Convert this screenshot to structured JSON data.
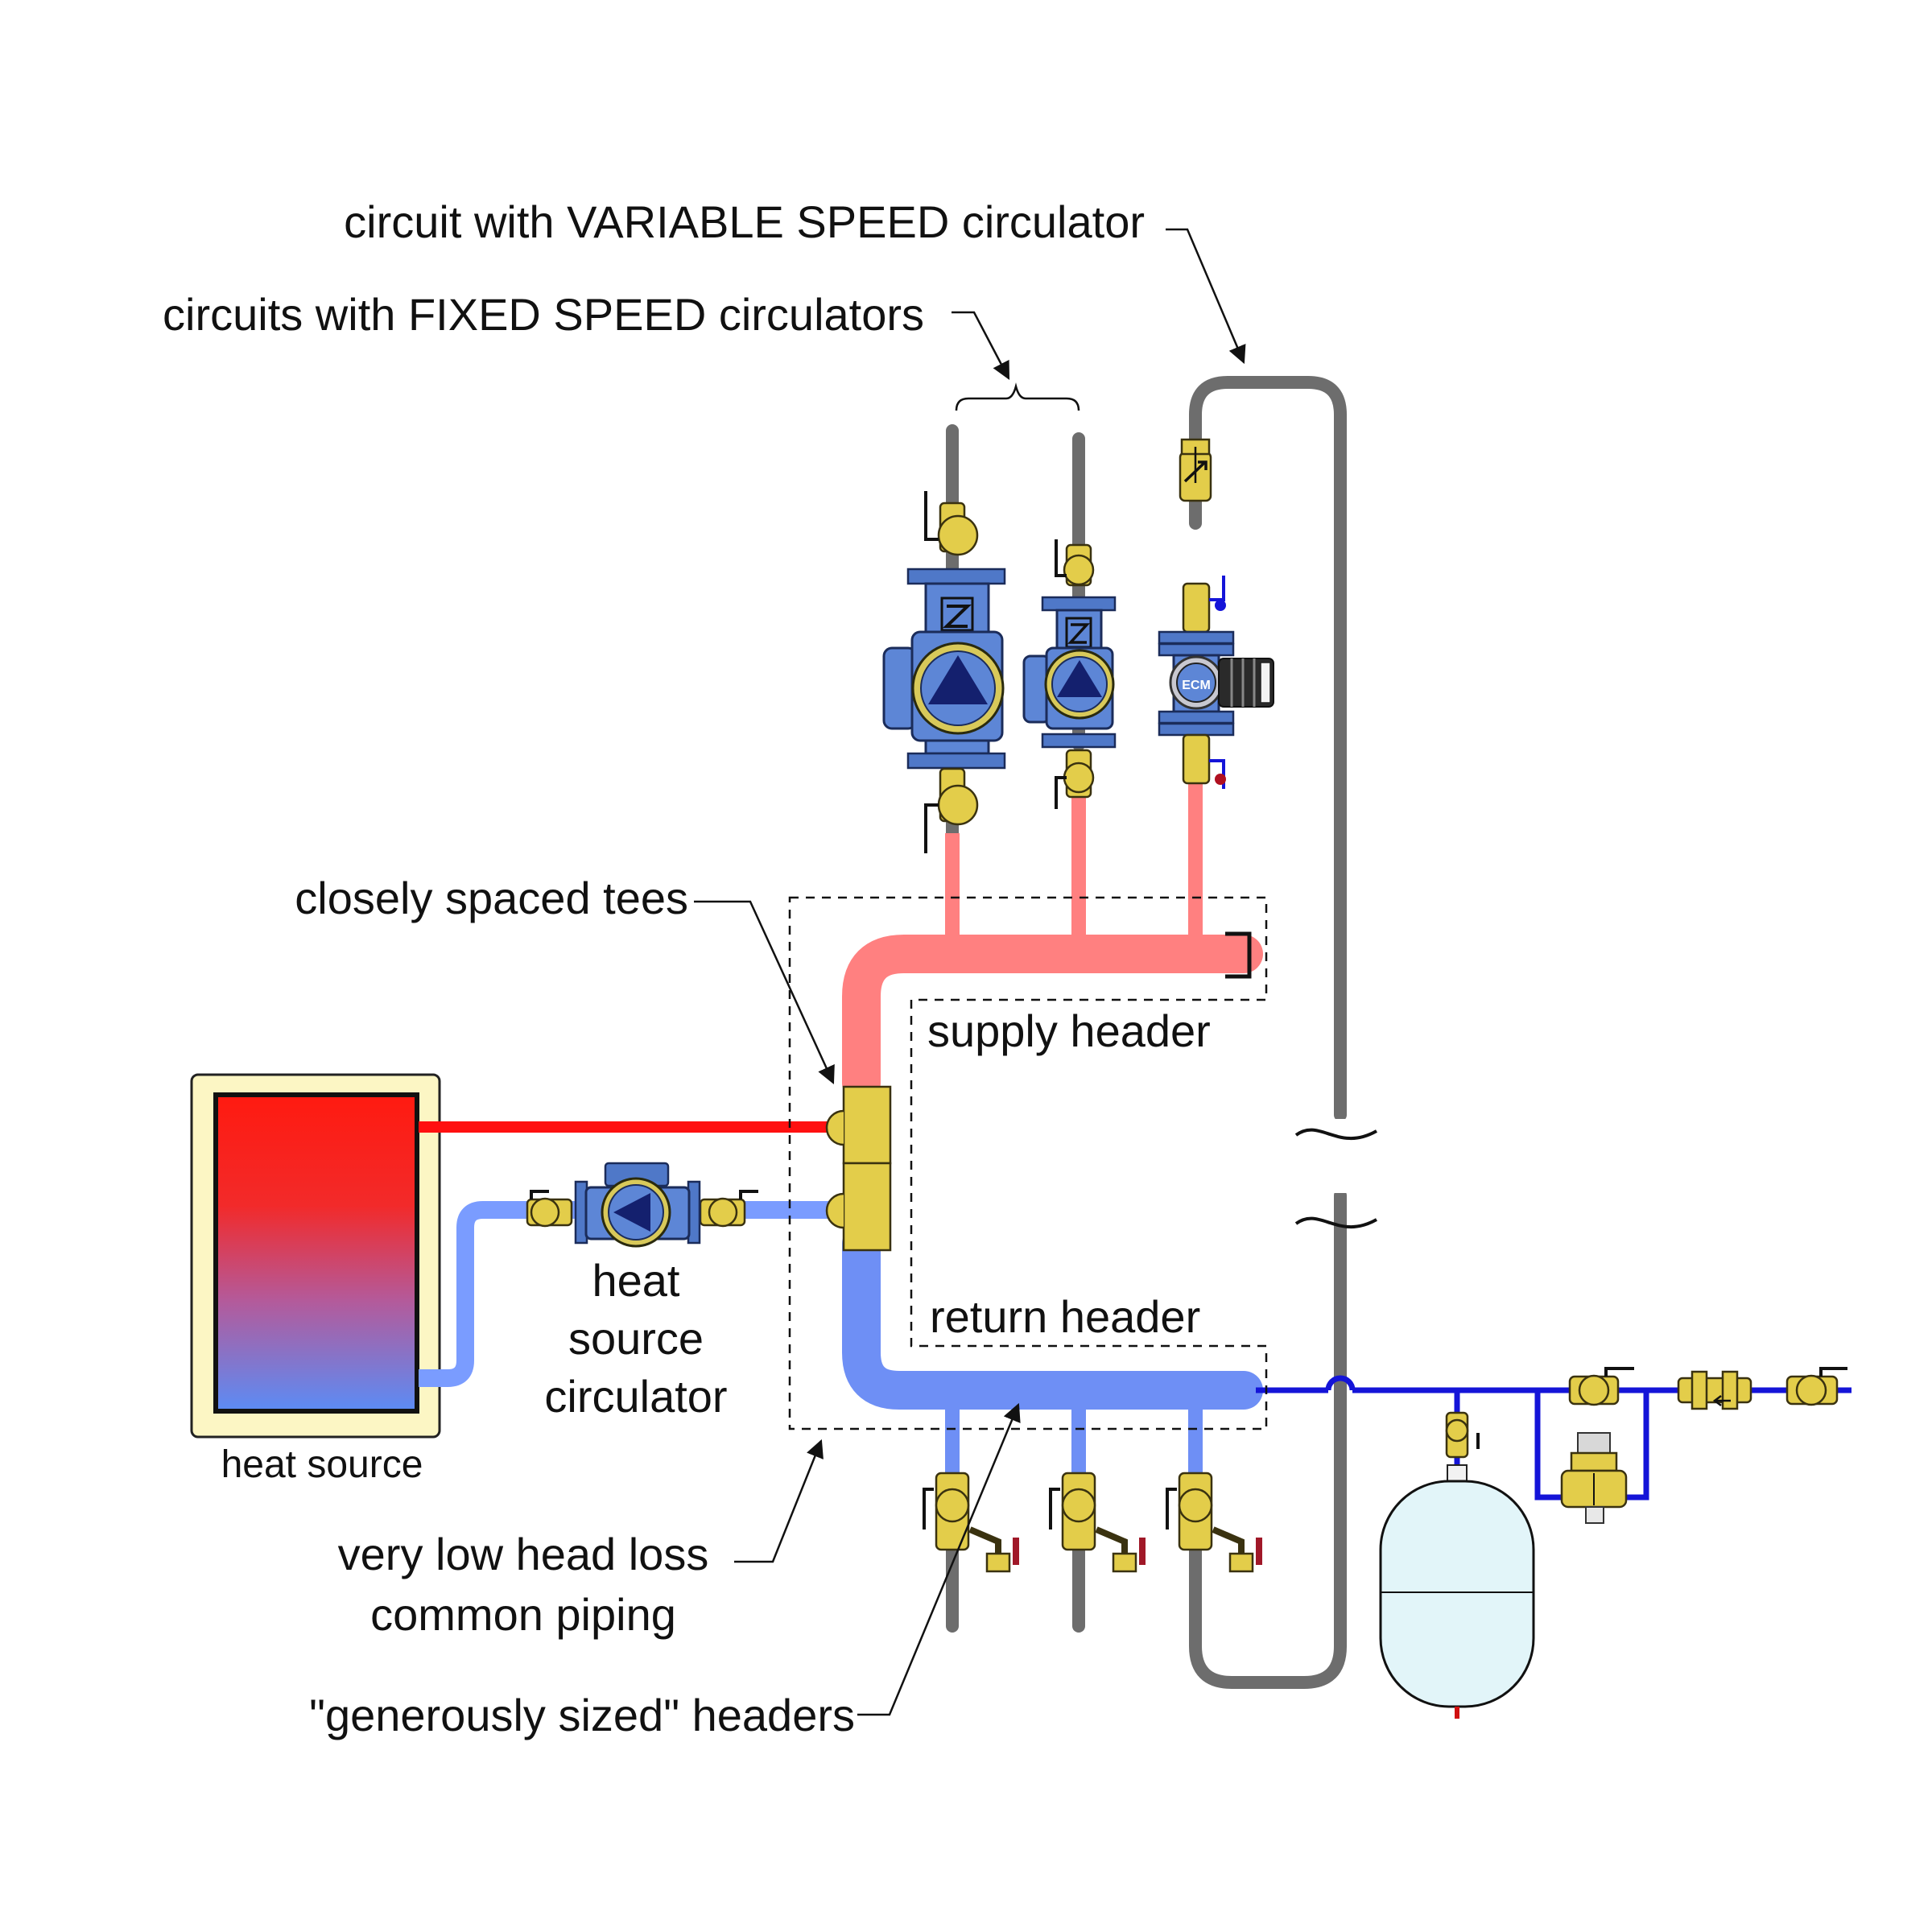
{
  "labels": {
    "variable_circuit": "circuit with VARIABLE SPEED circulator",
    "fixed_circuits": "circuits with FIXED SPEED circulators",
    "closely_spaced_tees": "closely spaced tees",
    "supply_header": "supply header",
    "return_header": "return header",
    "heat_source_circulator": [
      "heat",
      "source",
      "circulator"
    ],
    "heat_source": "heat source",
    "common_piping": [
      "very low head loss",
      "common piping"
    ],
    "generously_sized": "\"generously sized\" headers",
    "ecm_badge": "ECM"
  },
  "colors": {
    "supply_pipe": "#ff8080",
    "return_pipe": "#6e8ff5",
    "hot_line": "#ff1010",
    "cold_line": "#7a9cff",
    "distribution_pipe": "#6d6d6d",
    "makeup_line": "#1414d8",
    "brass": "#e3cd4a",
    "pump_body": "#5d86d6",
    "pump_triangle": "#14206e",
    "boiler_frame": "#fcf6c4",
    "tank": "#e2f5f9"
  },
  "icons": {
    "pump": "fixed-speed-circulator-icon",
    "ecm_pump": "variable-speed-ecm-circulator-icon",
    "valve": "ball-valve-icon",
    "check": "check-valve-icon",
    "tank": "expansion-tank-icon",
    "prv": "pressure-reducing-valve-icon",
    "backflow": "backflow-preventer-icon",
    "break": "pipe-break-icon"
  }
}
